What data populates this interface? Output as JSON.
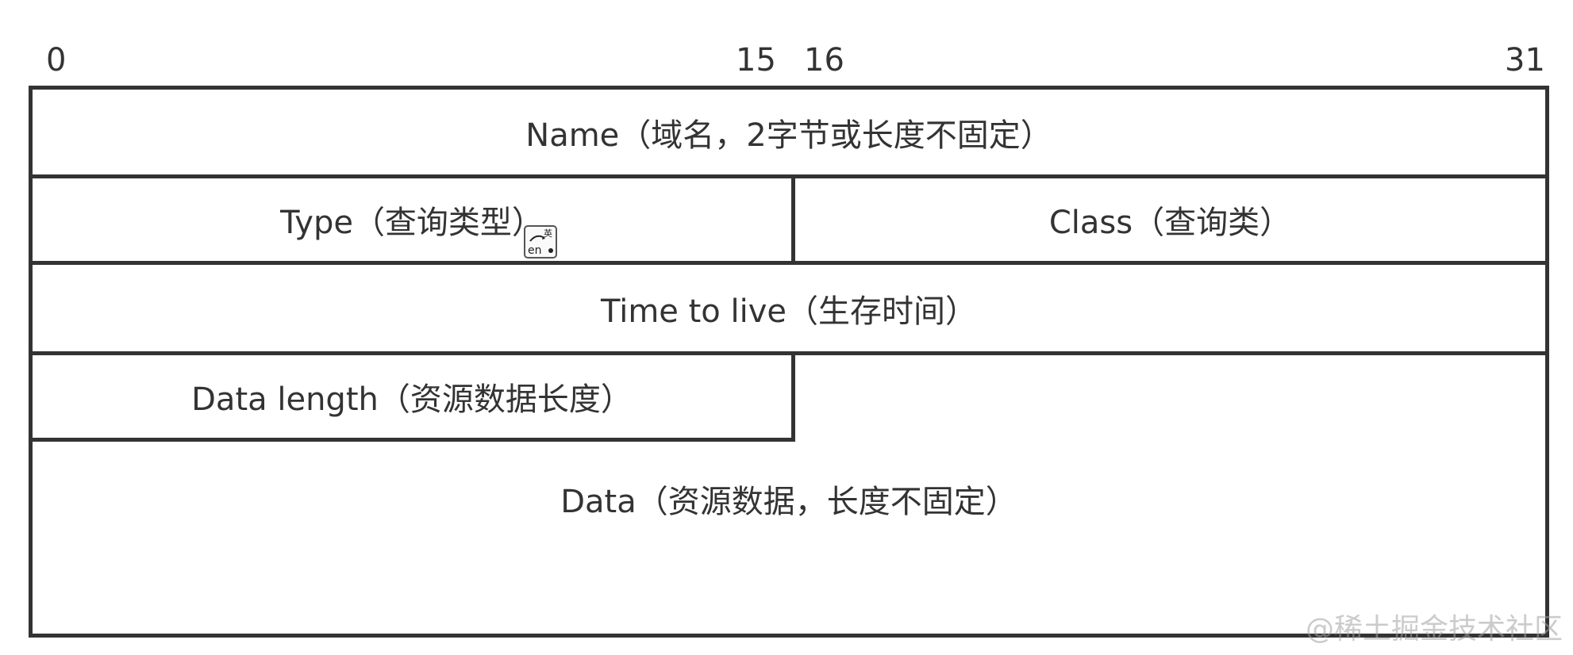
{
  "bit_labels": {
    "start": "0",
    "mid_end": "15",
    "mid_start": "16",
    "end": "31"
  },
  "fields": {
    "name": "Name（域名，2字节或长度不固定）",
    "type": "Type（查询类型）",
    "class": "Class（查询类）",
    "ttl": "Time to live（生存时间）",
    "data_length": "Data length（资源数据长度）",
    "data": "Data（资源数据，长度不固定）"
  },
  "ime_indicator": {
    "icon": "input-method-switch-icon",
    "top_glyph": "英",
    "bottom_text": "en"
  },
  "watermark": "@稀土掘金技术社区",
  "colors": {
    "line": "#333333",
    "text": "#333333",
    "watermark": "#a0a0a0"
  }
}
